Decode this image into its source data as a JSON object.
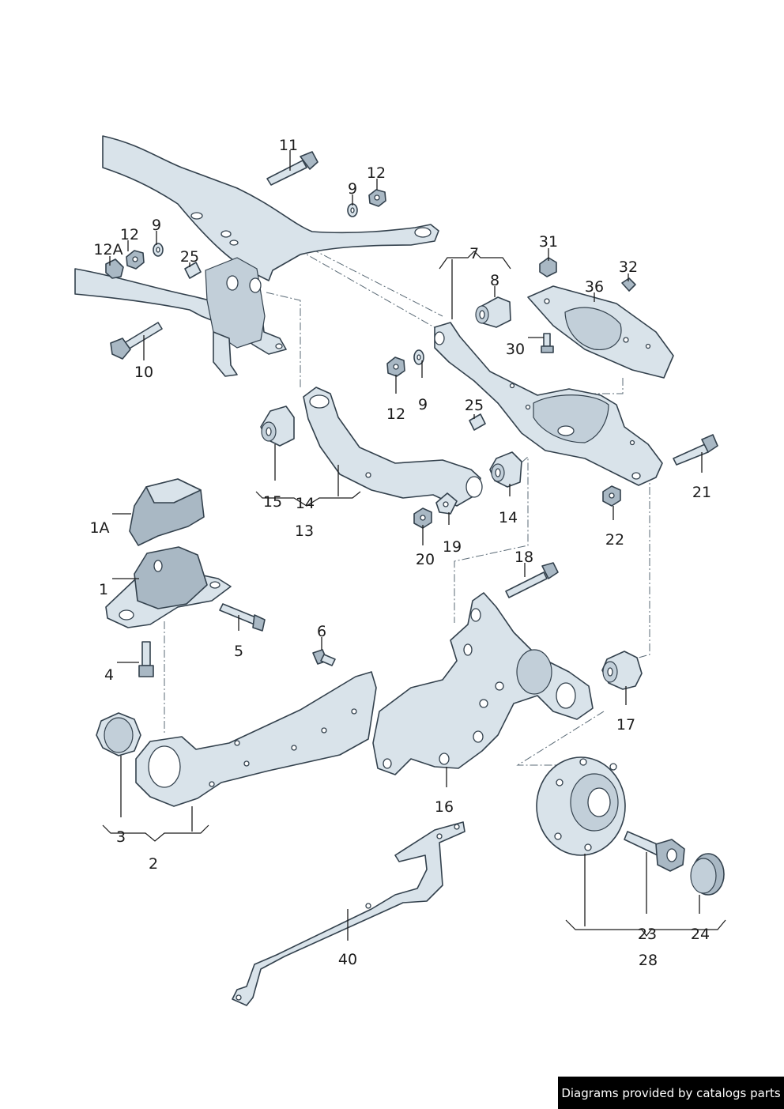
{
  "callouts": [
    "11",
    "12",
    "9",
    "9",
    "12",
    "12A",
    "25",
    "10",
    "7",
    "8",
    "31",
    "32",
    "36",
    "30",
    "12",
    "9",
    "25",
    "21",
    "15",
    "14",
    "13",
    "14",
    "20",
    "19",
    "22",
    "1A",
    "1",
    "5",
    "4",
    "18",
    "6",
    "17",
    "16",
    "3",
    "2",
    "40",
    "23",
    "24",
    "28"
  ],
  "footer": {
    "text": "Diagrams provided by catalogs parts"
  },
  "colors": {
    "part_fill": "#d9e3ea",
    "part_dark": "#a9b8c4",
    "outline": "#33414d",
    "footer_bg": "#000000"
  }
}
